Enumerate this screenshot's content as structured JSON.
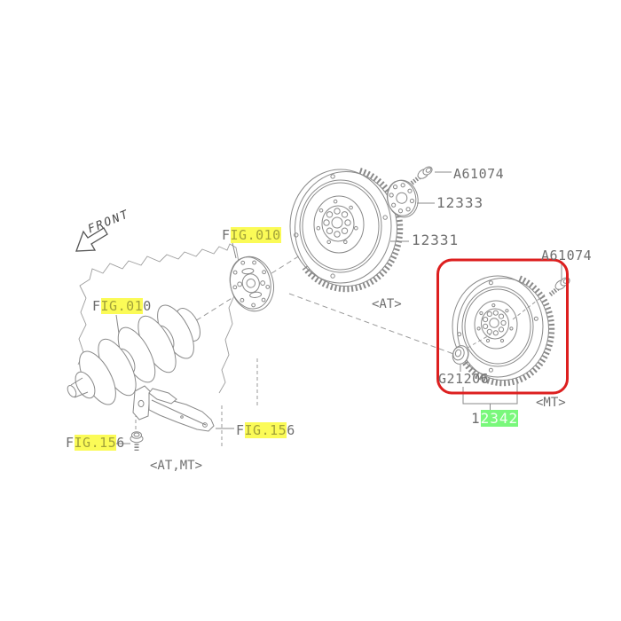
{
  "diagram": {
    "direction_label": "FRONT",
    "parts": {
      "bolt_top": "A61074",
      "drive_plate": "12333",
      "flywheel_at": "12331",
      "bolt_mt": "A61074",
      "pilot_bearing": "G21206",
      "flywheel_mt": {
        "prefix": "1",
        "highlighted": "2342",
        "suffix": ""
      }
    },
    "figure_refs": {
      "fig010_flexplate": {
        "prefix": "F",
        "highlighted": "IG.010",
        "suffix": ""
      },
      "fig010_crankshaft": {
        "prefix": "F",
        "highlighted": "IG.01",
        "suffix": "0"
      },
      "fig156_bolt": {
        "prefix": "F",
        "highlighted": "IG.15",
        "suffix": "6"
      },
      "fig156_cover": {
        "prefix": "F",
        "highlighted": "IG.15",
        "suffix": "6"
      }
    },
    "variant_labels": {
      "at": "<AT>",
      "mt": "<MT>",
      "at_mt": "<AT,MT>"
    },
    "colors": {
      "highlight_yellow": "#fbfb57",
      "highlight_green": "#79f87b",
      "selection_red": "#dd1f1f",
      "line_gray": "#8a8a8a",
      "text_gray": "#6e6e6e"
    }
  }
}
